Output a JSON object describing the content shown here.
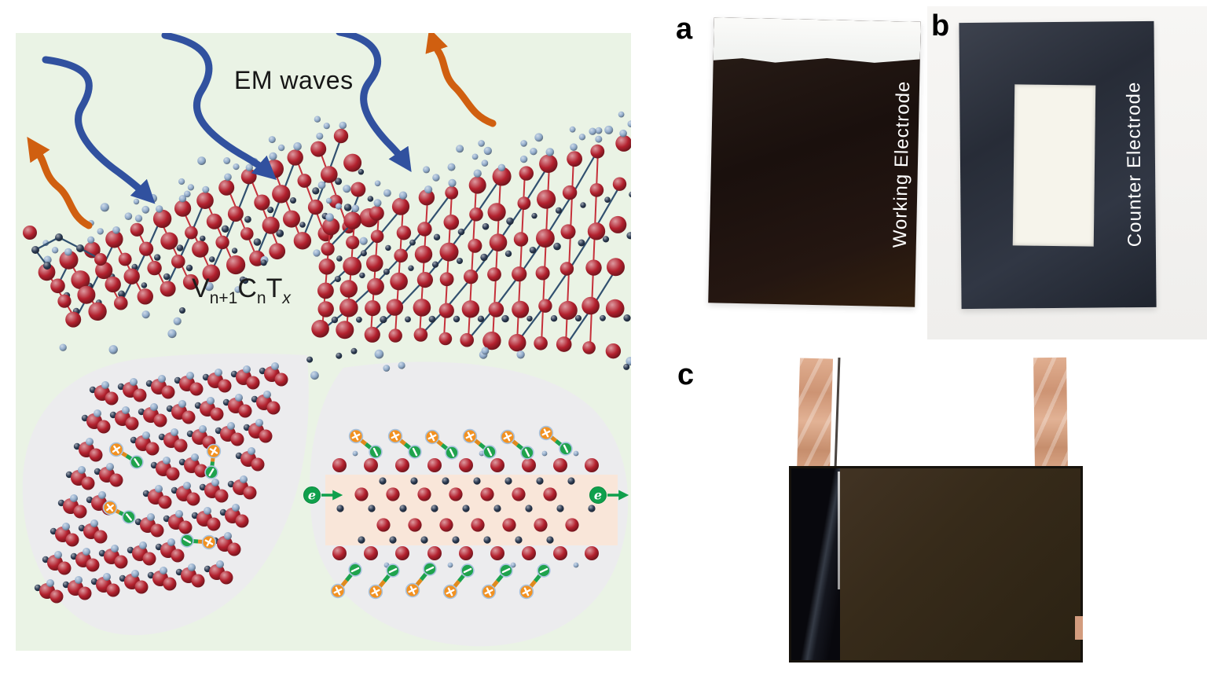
{
  "schematic": {
    "em_waves_label": "EM waves",
    "formula": {
      "base1": "V",
      "sub1": "n+1",
      "base2": "C",
      "sub2": "n",
      "base3": "T",
      "sub3": "x"
    },
    "electron_label": "e",
    "plus_sign": "+",
    "minus_sign": "−",
    "colors": {
      "panel_background": "#eaf3e5",
      "incident_wave_blue": "#31519f",
      "reflected_wave_orange": "#d05f10",
      "vanadium_red": "#b3212e",
      "termination_blue": "#92accb",
      "carbon_navy": "#2b3a52",
      "bond_red": "#c5303a",
      "bond_navy": "#31506f",
      "dipole_positive_orange": "#f29120",
      "dipole_negative_green": "#1fa34d",
      "electron_green": "#0fa04c",
      "conduction_band_pink": "#f9e6d9",
      "zoom_blob_gray": "#ececee",
      "label_text": "#161616"
    }
  },
  "panels": {
    "a": {
      "label": "a",
      "caption": "Working Electrode"
    },
    "b": {
      "label": "b",
      "caption": "Counter Electrode"
    },
    "c": {
      "label": "c"
    }
  },
  "photo_colors": {
    "copper_tape": "#d39c7e",
    "working_electrode_film": "#1c1412",
    "counter_plate_slate": "#2c313d",
    "separator_white": "#f6f4eb",
    "device_film_brown": "#352a1a"
  }
}
